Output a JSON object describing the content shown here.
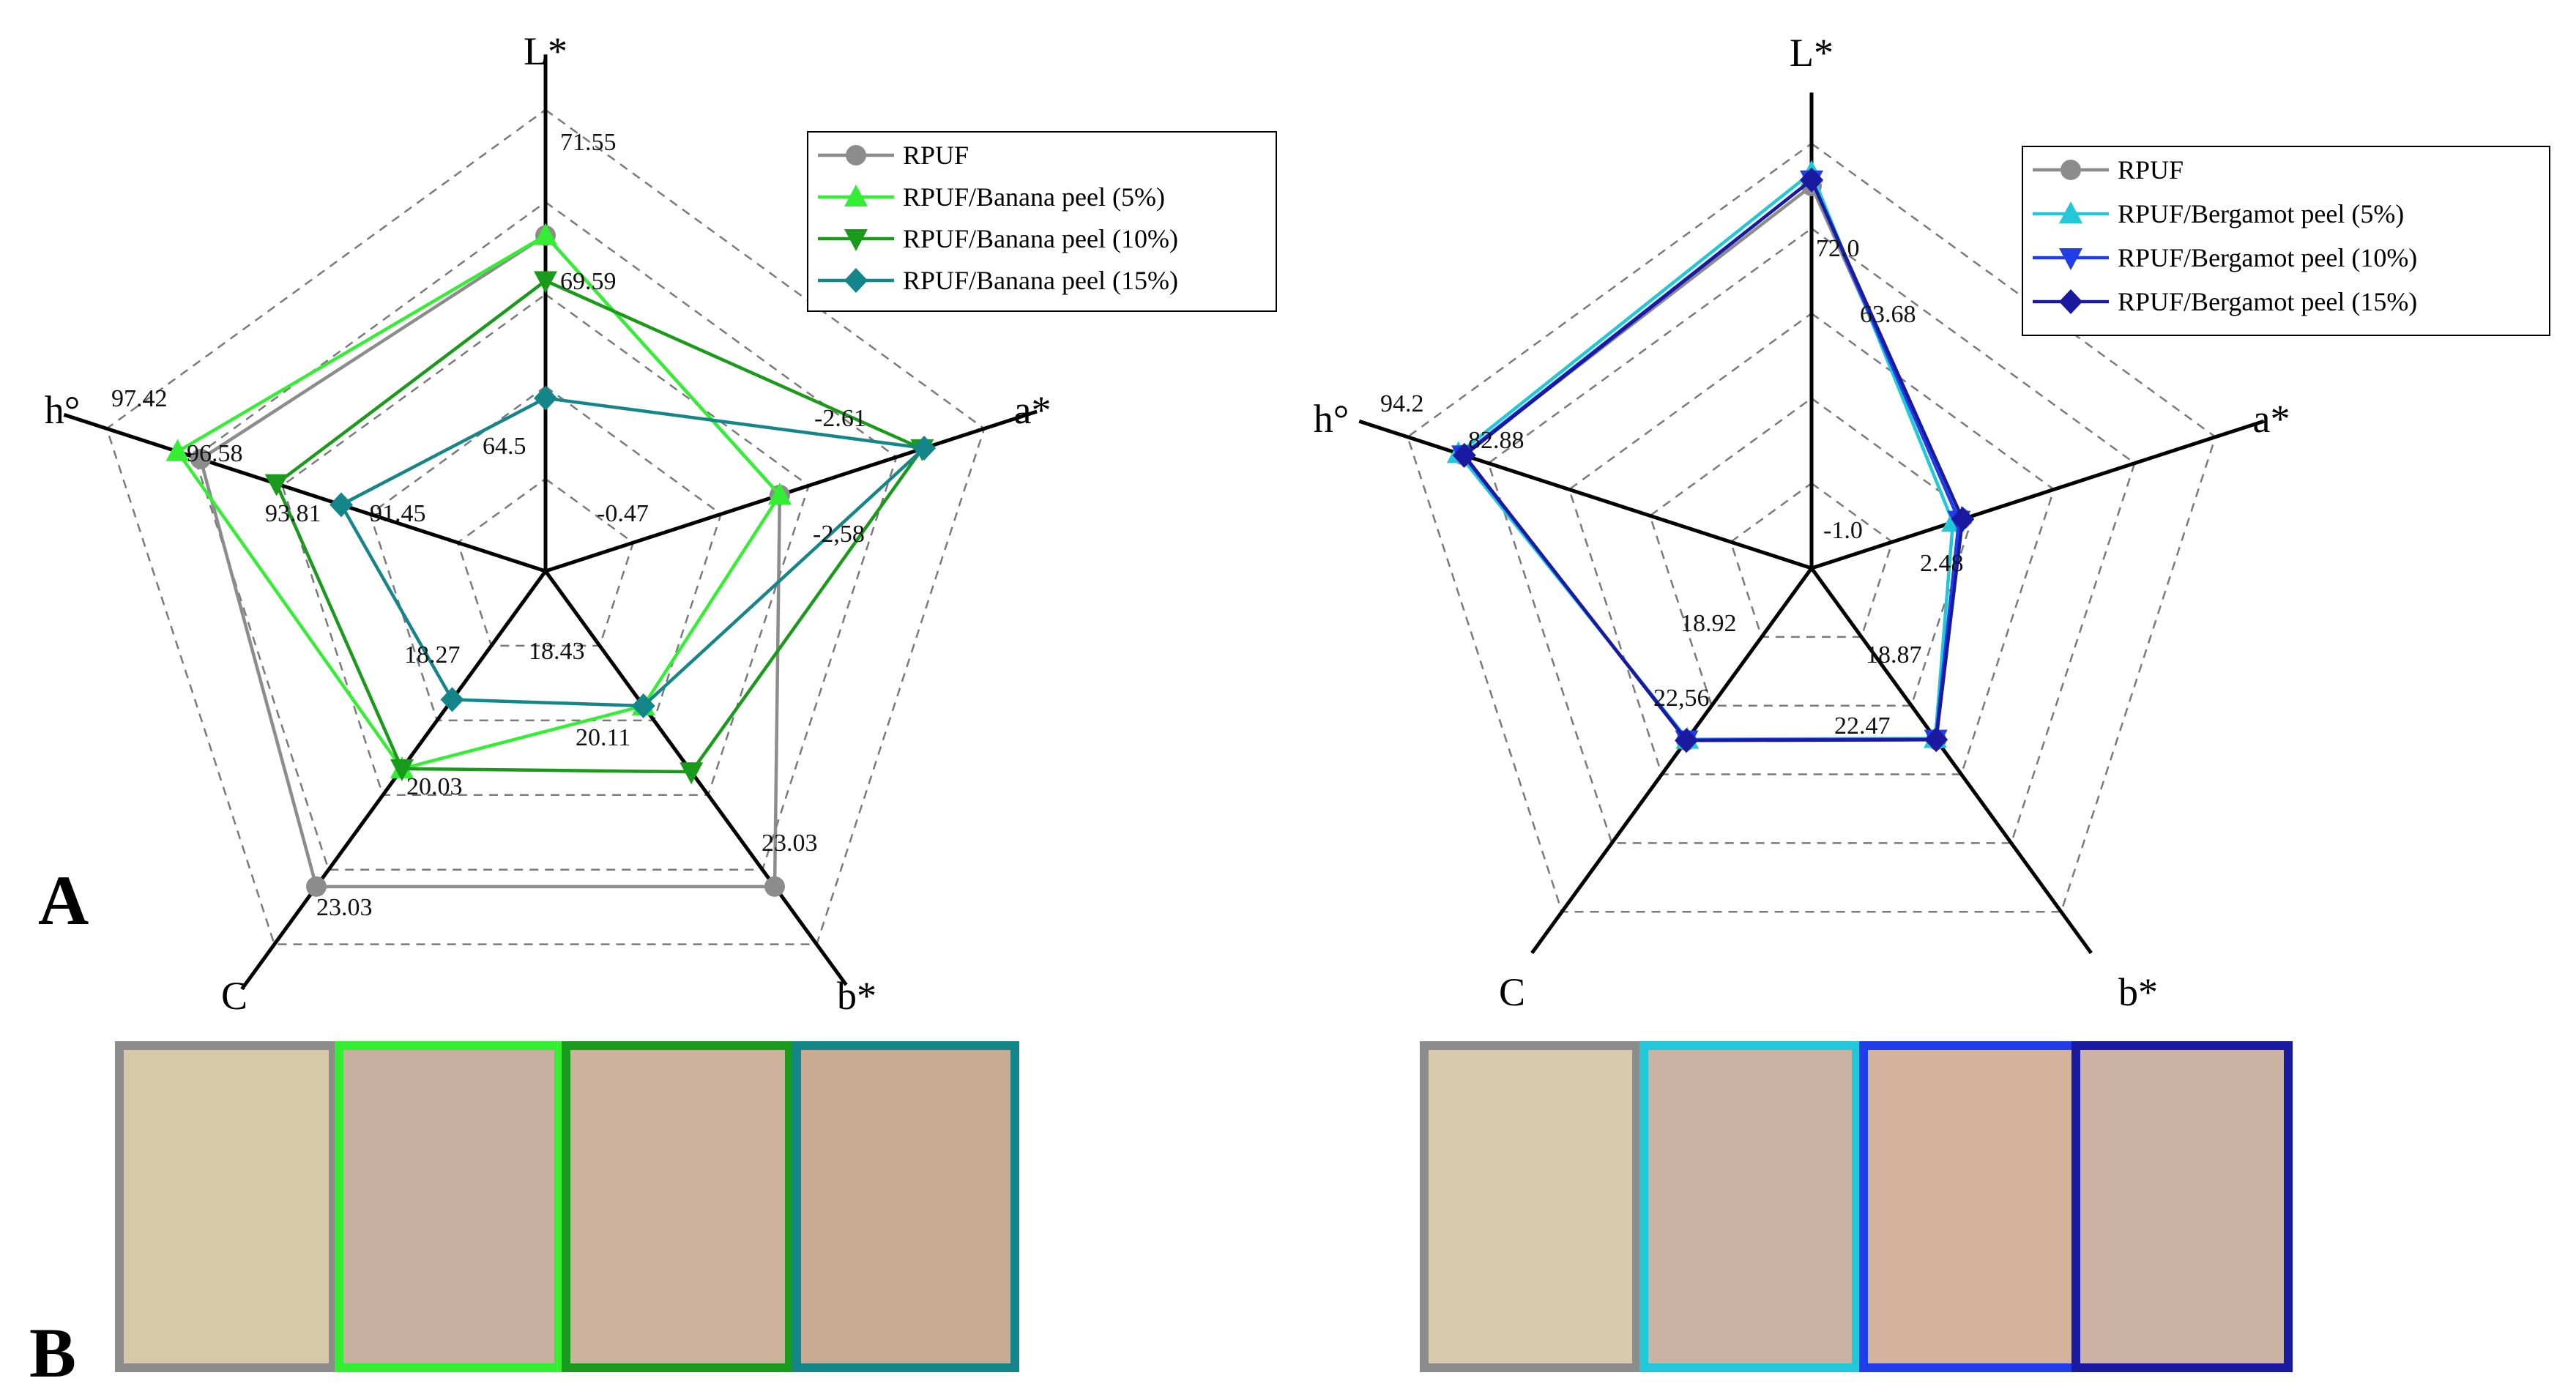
{
  "panels": {
    "A": "A",
    "B": "B"
  },
  "chart_data": [
    {
      "type": "radar",
      "axes": [
        "L*",
        "a*",
        "b*",
        "C",
        "h°"
      ],
      "series": [
        {
          "name": "RPUF",
          "color": "#8c8c8c",
          "marker": "circle",
          "values": [
            71.55,
            -0.47,
            23.03,
            23.03,
            96.58
          ]
        },
        {
          "name": "RPUF/Banana peel (5%)",
          "color": "#33ee33",
          "marker": "triangle-up",
          "values": [
            71.55,
            -0.47,
            18.43,
            20.03,
            97.42
          ]
        },
        {
          "name": "RPUF/Banana peel (10%)",
          "color": "#1a9a1a",
          "marker": "triangle-down",
          "values": [
            69.59,
            -2.58,
            20.11,
            20.03,
            93.81
          ]
        },
        {
          "name": "RPUF/Banana peel (15%)",
          "color": "#14868a",
          "marker": "diamond",
          "values": [
            64.5,
            -2.61,
            18.43,
            18.27,
            91.45
          ]
        }
      ],
      "value_labels": [
        "71.55",
        "69.59",
        "64.5",
        "-2.61",
        "-0.47",
        "-2,58",
        "23.03",
        "18.43",
        "20.11",
        "23.03",
        "18.27",
        "20.03",
        "97.42",
        "96.58",
        "93.81",
        "91.45"
      ]
    },
    {
      "type": "radar",
      "axes": [
        "L*",
        "a*",
        "b*",
        "C",
        "h°"
      ],
      "series": [
        {
          "name": "RPUF",
          "color": "#8c8c8c",
          "marker": "circle",
          "values": [
            71.5,
            2.4,
            22.47,
            22.56,
            93.5
          ]
        },
        {
          "name": "RPUF/Bergamot peel (5%)",
          "color": "#22c8d8",
          "marker": "triangle-up",
          "values": [
            72.6,
            2.0,
            22.3,
            22.4,
            94.2
          ]
        },
        {
          "name": "RPUF/Bergamot peel (10%)",
          "color": "#1f3ee8",
          "marker": "triangle-down",
          "values": [
            72.0,
            2.3,
            22.4,
            22.5,
            93.5
          ]
        },
        {
          "name": "RPUF/Bergamot peel (15%)",
          "color": "#1a1aa0",
          "marker": "diamond",
          "values": [
            72.0,
            2.48,
            22.47,
            22.56,
            93.3
          ]
        }
      ],
      "value_labels": [
        "72.0",
        "63.68",
        "2.48",
        "-1.0",
        "18.87",
        "22.47",
        "18.92",
        "22,56",
        "94.2",
        "82.88"
      ]
    }
  ],
  "swatches": [
    {
      "frame": "#8c8c8c",
      "fill": "#d7c8aa"
    },
    {
      "frame": "#33ee33",
      "fill": "#c8b0a0"
    },
    {
      "frame": "#1a9a1a",
      "fill": "#cdb29e"
    },
    {
      "frame": "#14868a",
      "fill": "#c9ab93"
    },
    {
      "frame": "#8c8c8c",
      "fill": "#d9cbad"
    },
    {
      "frame": "#22c8d8",
      "fill": "#cbb2a2"
    },
    {
      "frame": "#1f3ee8",
      "fill": "#d3b39d"
    },
    {
      "frame": "#1a1aa0",
      "fill": "#cbb2a2"
    }
  ]
}
